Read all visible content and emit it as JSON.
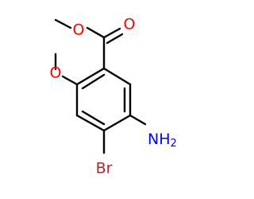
{
  "molecule": {
    "atoms": {
      "ester_carbonyl_o": "O",
      "ester_o": "O",
      "methoxy_o": "O",
      "amine_n": "NH",
      "amine_h_count": "2",
      "bromine": "Br"
    }
  },
  "colors": {
    "oxygen": "#ff0000",
    "nitrogen": "#0000ff",
    "bromine": "#a52a2a",
    "bond": "#000000",
    "background": "#ffffff"
  }
}
